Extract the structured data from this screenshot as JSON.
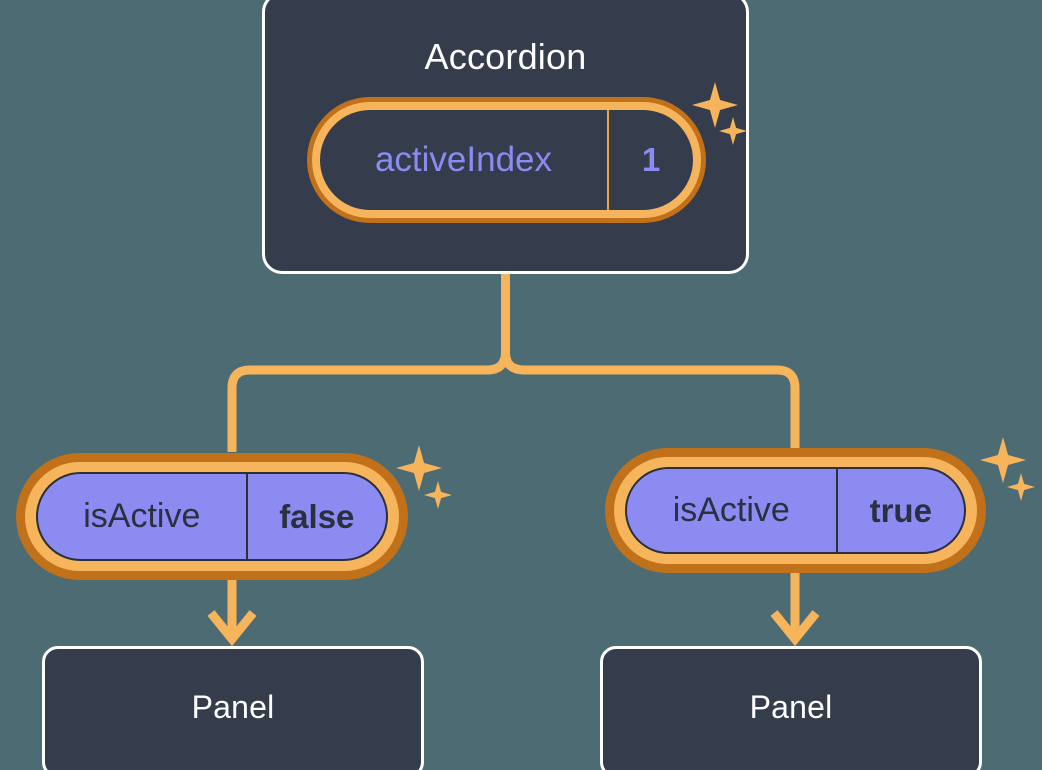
{
  "diagram": {
    "background_color": "#4d6b73",
    "accent_color": "#f6b45b",
    "accent_dark_color": "#c0711a",
    "card_color": "#353c4c",
    "state_fill_color": "#8b8bf2",
    "state_text_color": "#2b3040",
    "root_value_color": "#8b8bf5"
  },
  "root": {
    "title": "Accordion",
    "state": {
      "key": "activeIndex",
      "value": "1"
    },
    "sparkle_icon": "sparkle-icon"
  },
  "branches": [
    {
      "state": {
        "key": "isActive",
        "value": "false"
      },
      "panel_title": "Panel",
      "sparkle_icon": "sparkle-icon"
    },
    {
      "state": {
        "key": "isActive",
        "value": "true"
      },
      "panel_title": "Panel",
      "sparkle_icon": "sparkle-icon"
    }
  ]
}
